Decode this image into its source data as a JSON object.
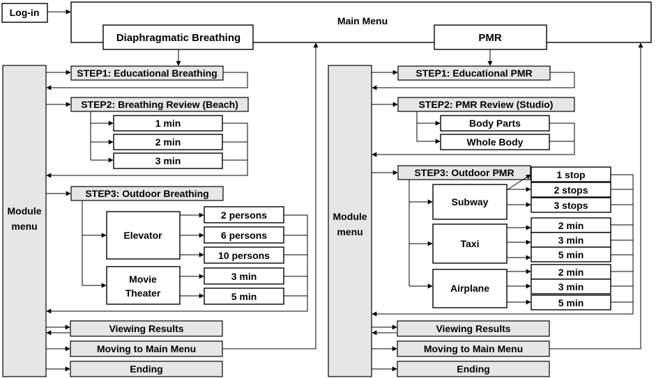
{
  "login": "Log-in",
  "main_menu": "Main Menu",
  "db": {
    "title": "Diaphragmatic  Breathing",
    "module_line1": "Module",
    "module_line2": "menu",
    "step1": "STEP1: Educational Breathing",
    "step2": "STEP2: Breathing Review  (Beach)",
    "step2_items": [
      "1 min",
      "2 min",
      "3 min"
    ],
    "step3": "STEP3: Outdoor Breathing",
    "elevator": "Elevator",
    "elevator_items": [
      "2 persons",
      "6 persons",
      "10 persons"
    ],
    "movie_line1": "Movie",
    "movie_line2": "Theater",
    "movie_items": [
      "3 min",
      "5 min"
    ],
    "viewing": "Viewing Results",
    "moving": "Moving to Main Menu",
    "ending": "Ending"
  },
  "pmr": {
    "title": "PMR",
    "module_line1": "Module",
    "module_line2": "menu",
    "step1": "STEP1: Educational PMR",
    "step2": "STEP2: PMR Review  (Studio)",
    "step2_items": [
      "Body Parts",
      "Whole Body"
    ],
    "step3": "STEP3: Outdoor PMR",
    "subway": "Subway",
    "subway_items": [
      "1 stop",
      "2 stops",
      "3 stops"
    ],
    "taxi": "Taxi",
    "taxi_items": [
      "2 min",
      "3 min",
      "5 min"
    ],
    "airplane": "Airplane",
    "airplane_items": [
      "2 min",
      "3 min",
      "5 min"
    ],
    "viewing": "Viewing Results",
    "moving": "Moving to Main Menu",
    "ending": "Ending"
  }
}
